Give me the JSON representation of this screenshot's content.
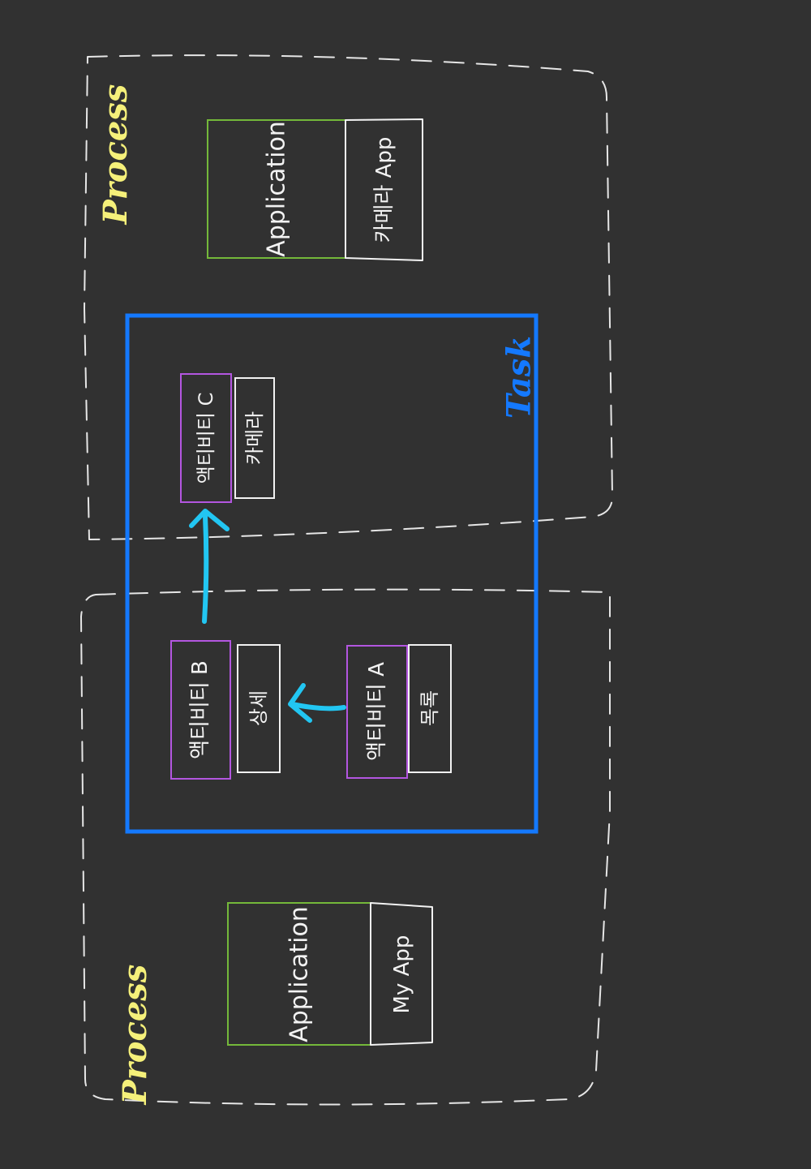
{
  "colors": {
    "background": "#313131",
    "process_border": "#e6e6e6",
    "process_label": "#f5f07a",
    "task_border": "#1479ff",
    "task_label": "#1479ff",
    "application_border": "#74b83a",
    "activity_border": "#b356e0",
    "box_border": "#f2f2f2",
    "text": "#f2f2f2",
    "arrow": "#22c6f2"
  },
  "process_top": {
    "label": "Process",
    "application": {
      "label": "Application",
      "app_name": "카메라 App"
    }
  },
  "process_bottom": {
    "label": "Process",
    "application": {
      "label": "Application",
      "app_name": "My App"
    }
  },
  "task": {
    "label": "Task",
    "activities": [
      {
        "label": "액티비티 A",
        "sub": "목록"
      },
      {
        "label": "액티비티 B",
        "sub": "상세"
      },
      {
        "label": "액티비티 C",
        "sub": "카메라"
      }
    ]
  },
  "icons": {
    "arrow_a_to_b": "arrow-left-icon",
    "arrow_b_to_c": "arrow-up-icon"
  }
}
